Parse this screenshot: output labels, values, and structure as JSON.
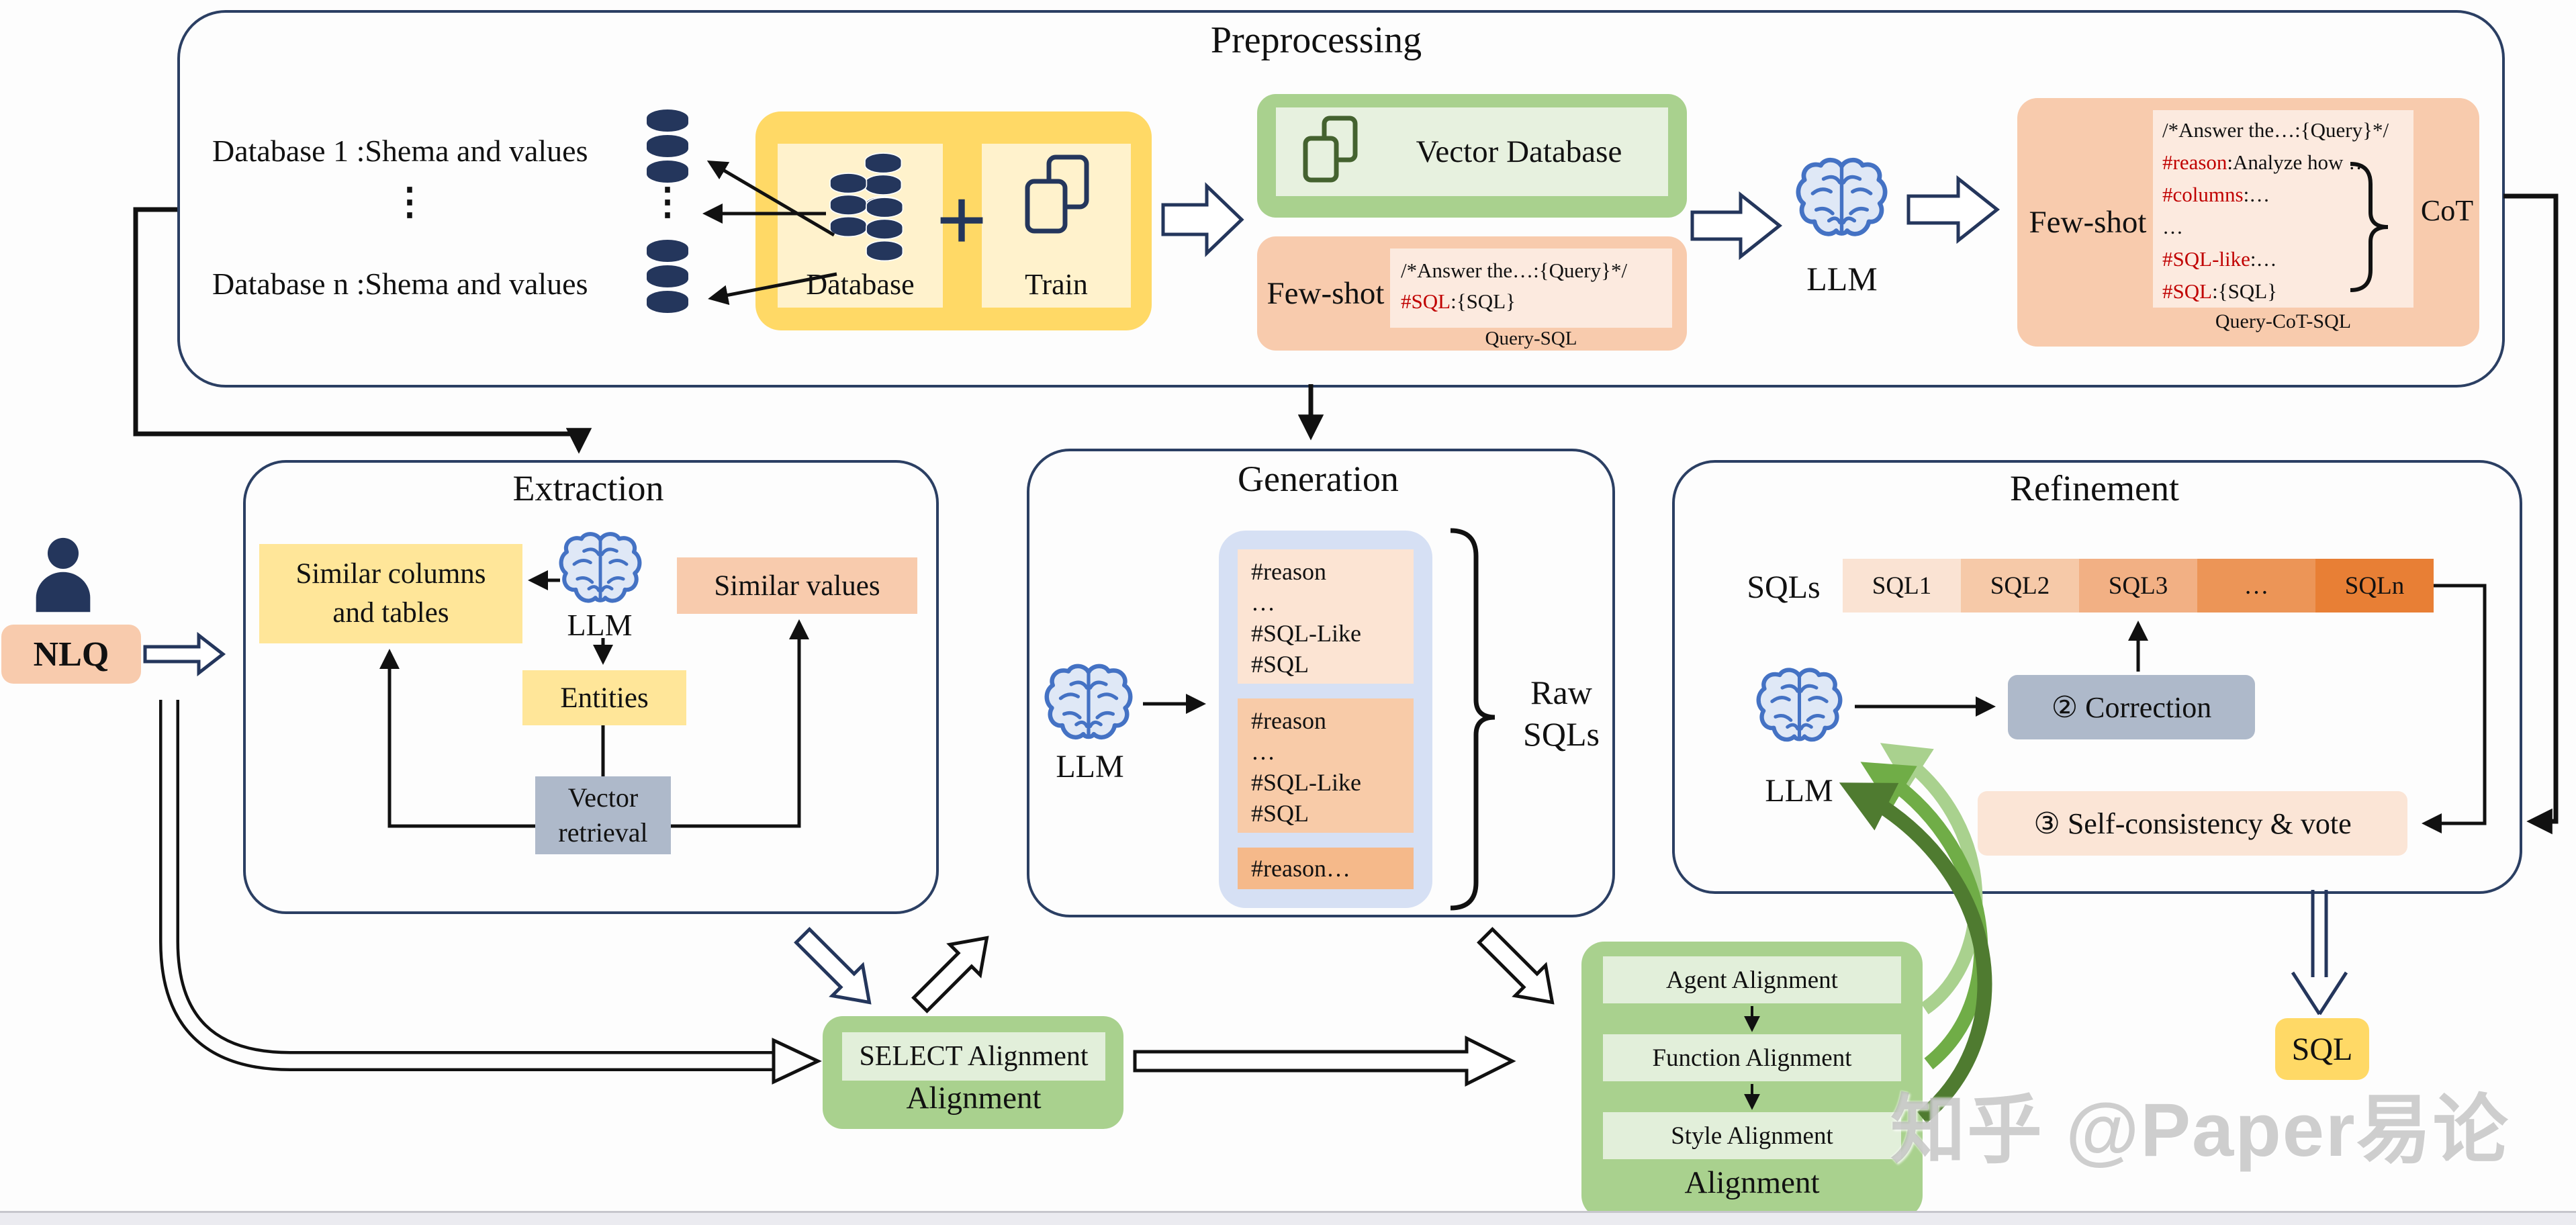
{
  "watermark": "知乎 @Paper易论",
  "colors": {
    "border_navy": "#2b3f63",
    "black": "#111111",
    "red": "#c00000",
    "yellow_outer": "#FFD966",
    "yellow_inner": "#FFF2CC",
    "yellow_box": "#FFE699",
    "green_outer": "#A9D18E",
    "green_inner": "#E2EFDA",
    "green_icon": "#44622f",
    "orange_outer": "#F8CBAD",
    "orange_inner": "#FCEADF",
    "card_light": "#FCE4D3",
    "card_mid": "#F8CBA8",
    "card_dark": "#F5B98A",
    "blue_container": "#D6E0F4",
    "gray_box": "#AEB9CA",
    "brain_blue": "#4472C4",
    "strip": [
      "#fae3d3",
      "#f6c9a8",
      "#f2b084",
      "#ec9557",
      "#e87f35"
    ]
  },
  "nlq": {
    "label": "NLQ"
  },
  "final_sql": {
    "label": "SQL"
  },
  "preprocessing": {
    "title": "Preprocessing",
    "db1": "Database 1 :Shema and values",
    "dbn": "Database n :Shema and values",
    "vdots": "⋮",
    "database_label": "Database",
    "plus": "+",
    "train_label": "Train",
    "vector_database_label": "Vector Database",
    "llm_label": "LLM",
    "fewshot_qs": {
      "label": "Few-shot",
      "line1": "/*Answer the…:{Query}*/",
      "sql_key": "#SQL",
      "sql_val": ":{SQL}",
      "caption": "Query-SQL"
    },
    "fewshot_cot": {
      "label": "Few-shot",
      "line1": "/*Answer the…:{Query}*/",
      "reason_key": "#reason",
      "reason_val": ":Analyze how …",
      "columns_key": "#columns",
      "columns_val": ":…",
      "ellipsis": "…",
      "sqllike_key": "#SQL-like",
      "sqllike_val": ":…",
      "sql_key": "#SQL",
      "sql_val": ":{SQL}",
      "brace_label": "CoT",
      "caption": "Query-CoT-SQL"
    }
  },
  "extraction": {
    "title": "Extraction",
    "similar_columns_line1": "Similar columns",
    "similar_columns_line2": "and tables",
    "llm_label": "LLM",
    "similar_values": "Similar values",
    "entities": "Entities",
    "vector_retrieval_line1": "Vector",
    "vector_retrieval_line2": "retrieval"
  },
  "generation": {
    "title": "Generation",
    "llm_label": "LLM",
    "cards": [
      [
        "#reason",
        "…",
        "#SQL-Like",
        "#SQL"
      ],
      [
        "#reason",
        "…",
        "#SQL-Like",
        "#SQL"
      ],
      [
        "#reason…"
      ]
    ],
    "raw_line1": "Raw",
    "raw_line2": "SQLs"
  },
  "refinement": {
    "title": "Refinement",
    "sqls_label": "SQLs",
    "strip": [
      "SQL1",
      "SQL2",
      "SQL3",
      "…",
      "SQLn"
    ],
    "correction": "② Correction",
    "self_consistency": "③ Self-consistency & vote",
    "llm_label": "LLM"
  },
  "select_alignment": {
    "inner": "SELECT Alignment",
    "label": "Alignment"
  },
  "alignment_group": {
    "items": [
      "Agent Alignment",
      "Function Alignment",
      "Style Alignment"
    ],
    "label": "Alignment"
  }
}
